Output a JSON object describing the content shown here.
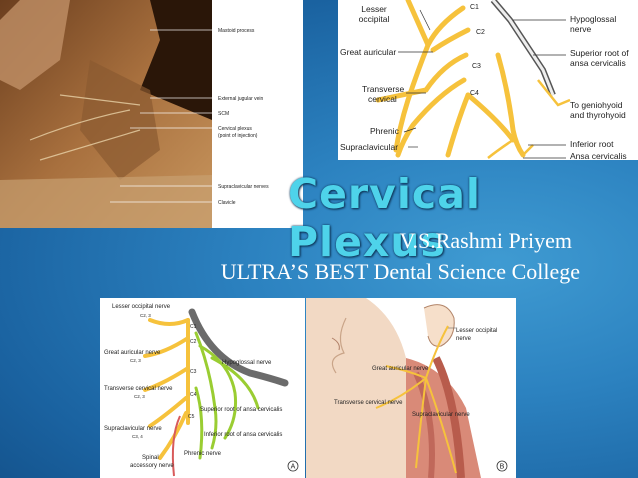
{
  "slide": {
    "title": "Cervical Plexus",
    "presenter": "V.S.Rashmi Priyem",
    "college": "ULTRA’S BEST Dental Science College"
  },
  "photo_labels": {
    "mastoid": "Mastoid process",
    "ejv": "External jugular vein",
    "scm": "SCM",
    "plexus1": "Cervical plexus",
    "plexus2": "(point of injection)",
    "supraclav": "Supraclavicular nerves",
    "clavicle": "Clavicle"
  },
  "diagram_top": {
    "lesser1": "Lesser",
    "lesser2": "occipital",
    "great": "Great auricular",
    "trans1": "Transverse",
    "trans2": "cervical",
    "phrenic": "Phrenic",
    "supra": "Supraclavicular",
    "c1": "C1",
    "c2": "C2",
    "c3": "C3",
    "c4": "C4",
    "hypo1": "Hypoglossal",
    "hypo2": "nerve",
    "sup1": "Superior root of",
    "sup2": "ansa cervicalis",
    "gen1": "To geniohyoid",
    "gen2": "and thyrohyoid",
    "inf": "Inferior root",
    "ansa": "Ansa cervicalis"
  },
  "diagram_a": {
    "lesser": "Lesser occipital nerve",
    "lesser_sub": "C2, 3",
    "great": "Great auricular nerve",
    "great_sub": "C2, 3",
    "trans": "Transverse cervical nerve",
    "trans_sub": "C2, 3",
    "supra": "Supraclavicular nerve",
    "supra_sub": "C3, 4",
    "spinal1": "Spinal",
    "spinal2": "accessory nerve",
    "hypo": "Hypoglossal nerve",
    "sup": "Superior root of ansa cervicalis",
    "inf": "Inferior root of ansa cervicalis",
    "phrenic": "Phrenic nerve",
    "c1": "C1",
    "c2": "C2",
    "c3": "C3",
    "c4": "C4",
    "c5": "C5",
    "tag": "A"
  },
  "diagram_b": {
    "lesser1": "Lesser occipital",
    "lesser2": "nerve",
    "great": "Great auricular nerve",
    "trans": "Transverse cervical nerve",
    "supra": "Supraclavicular nerve",
    "tag": "B"
  },
  "colors": {
    "nerve": "#f6c23c",
    "nerve_green": "#9acd32",
    "title": "#4ed3ea"
  }
}
